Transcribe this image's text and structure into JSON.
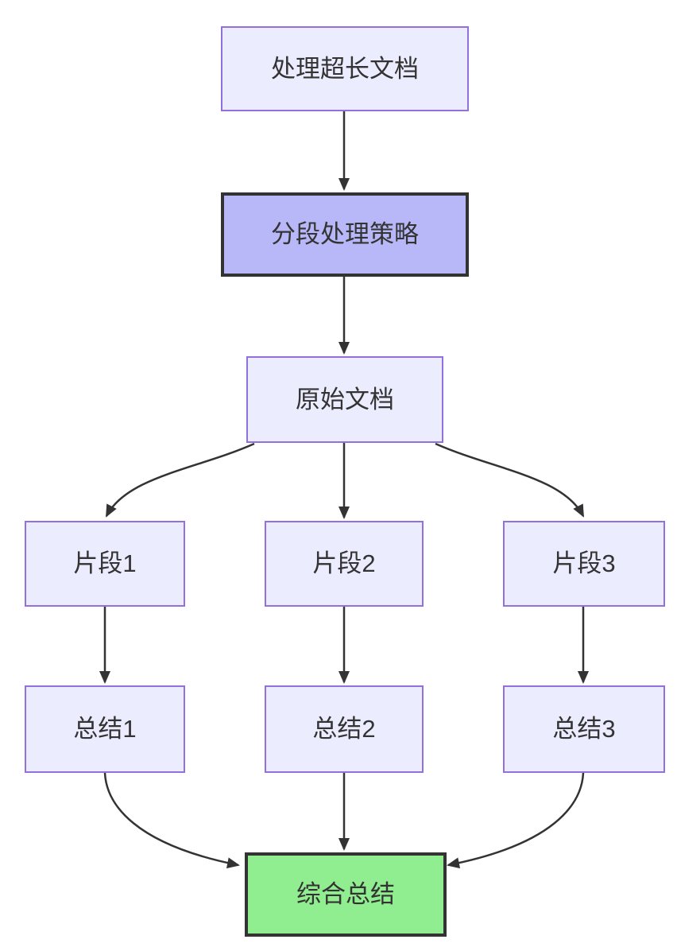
{
  "diagram": {
    "type": "flowchart",
    "direction": "top-down",
    "nodes": [
      {
        "id": "A",
        "label": "处理超长文档",
        "style": "default"
      },
      {
        "id": "B",
        "label": "分段处理策略",
        "style": "highlight"
      },
      {
        "id": "C",
        "label": "原始文档",
        "style": "default"
      },
      {
        "id": "D1",
        "label": "片段1",
        "style": "default"
      },
      {
        "id": "D2",
        "label": "片段2",
        "style": "default"
      },
      {
        "id": "D3",
        "label": "片段3",
        "style": "default"
      },
      {
        "id": "E1",
        "label": "总结1",
        "style": "default"
      },
      {
        "id": "E2",
        "label": "总结2",
        "style": "default"
      },
      {
        "id": "E3",
        "label": "总结3",
        "style": "default"
      },
      {
        "id": "F",
        "label": "综合总结",
        "style": "success"
      }
    ],
    "edges": [
      {
        "from": "A",
        "to": "B"
      },
      {
        "from": "B",
        "to": "C"
      },
      {
        "from": "C",
        "to": "D1"
      },
      {
        "from": "C",
        "to": "D2"
      },
      {
        "from": "C",
        "to": "D3"
      },
      {
        "from": "D1",
        "to": "E1"
      },
      {
        "from": "D2",
        "to": "E2"
      },
      {
        "from": "D3",
        "to": "E3"
      },
      {
        "from": "E1",
        "to": "F"
      },
      {
        "from": "E2",
        "to": "F"
      },
      {
        "from": "E3",
        "to": "F"
      }
    ],
    "colors": {
      "node_fill": "#ECECFF",
      "node_border": "#9370DB",
      "highlight_fill": "#b8b8f8",
      "highlight_border": "#333333",
      "success_fill": "#90EE90",
      "success_border": "#333333",
      "edge": "#333333",
      "text": "#333333",
      "background": "#ffffff"
    }
  }
}
